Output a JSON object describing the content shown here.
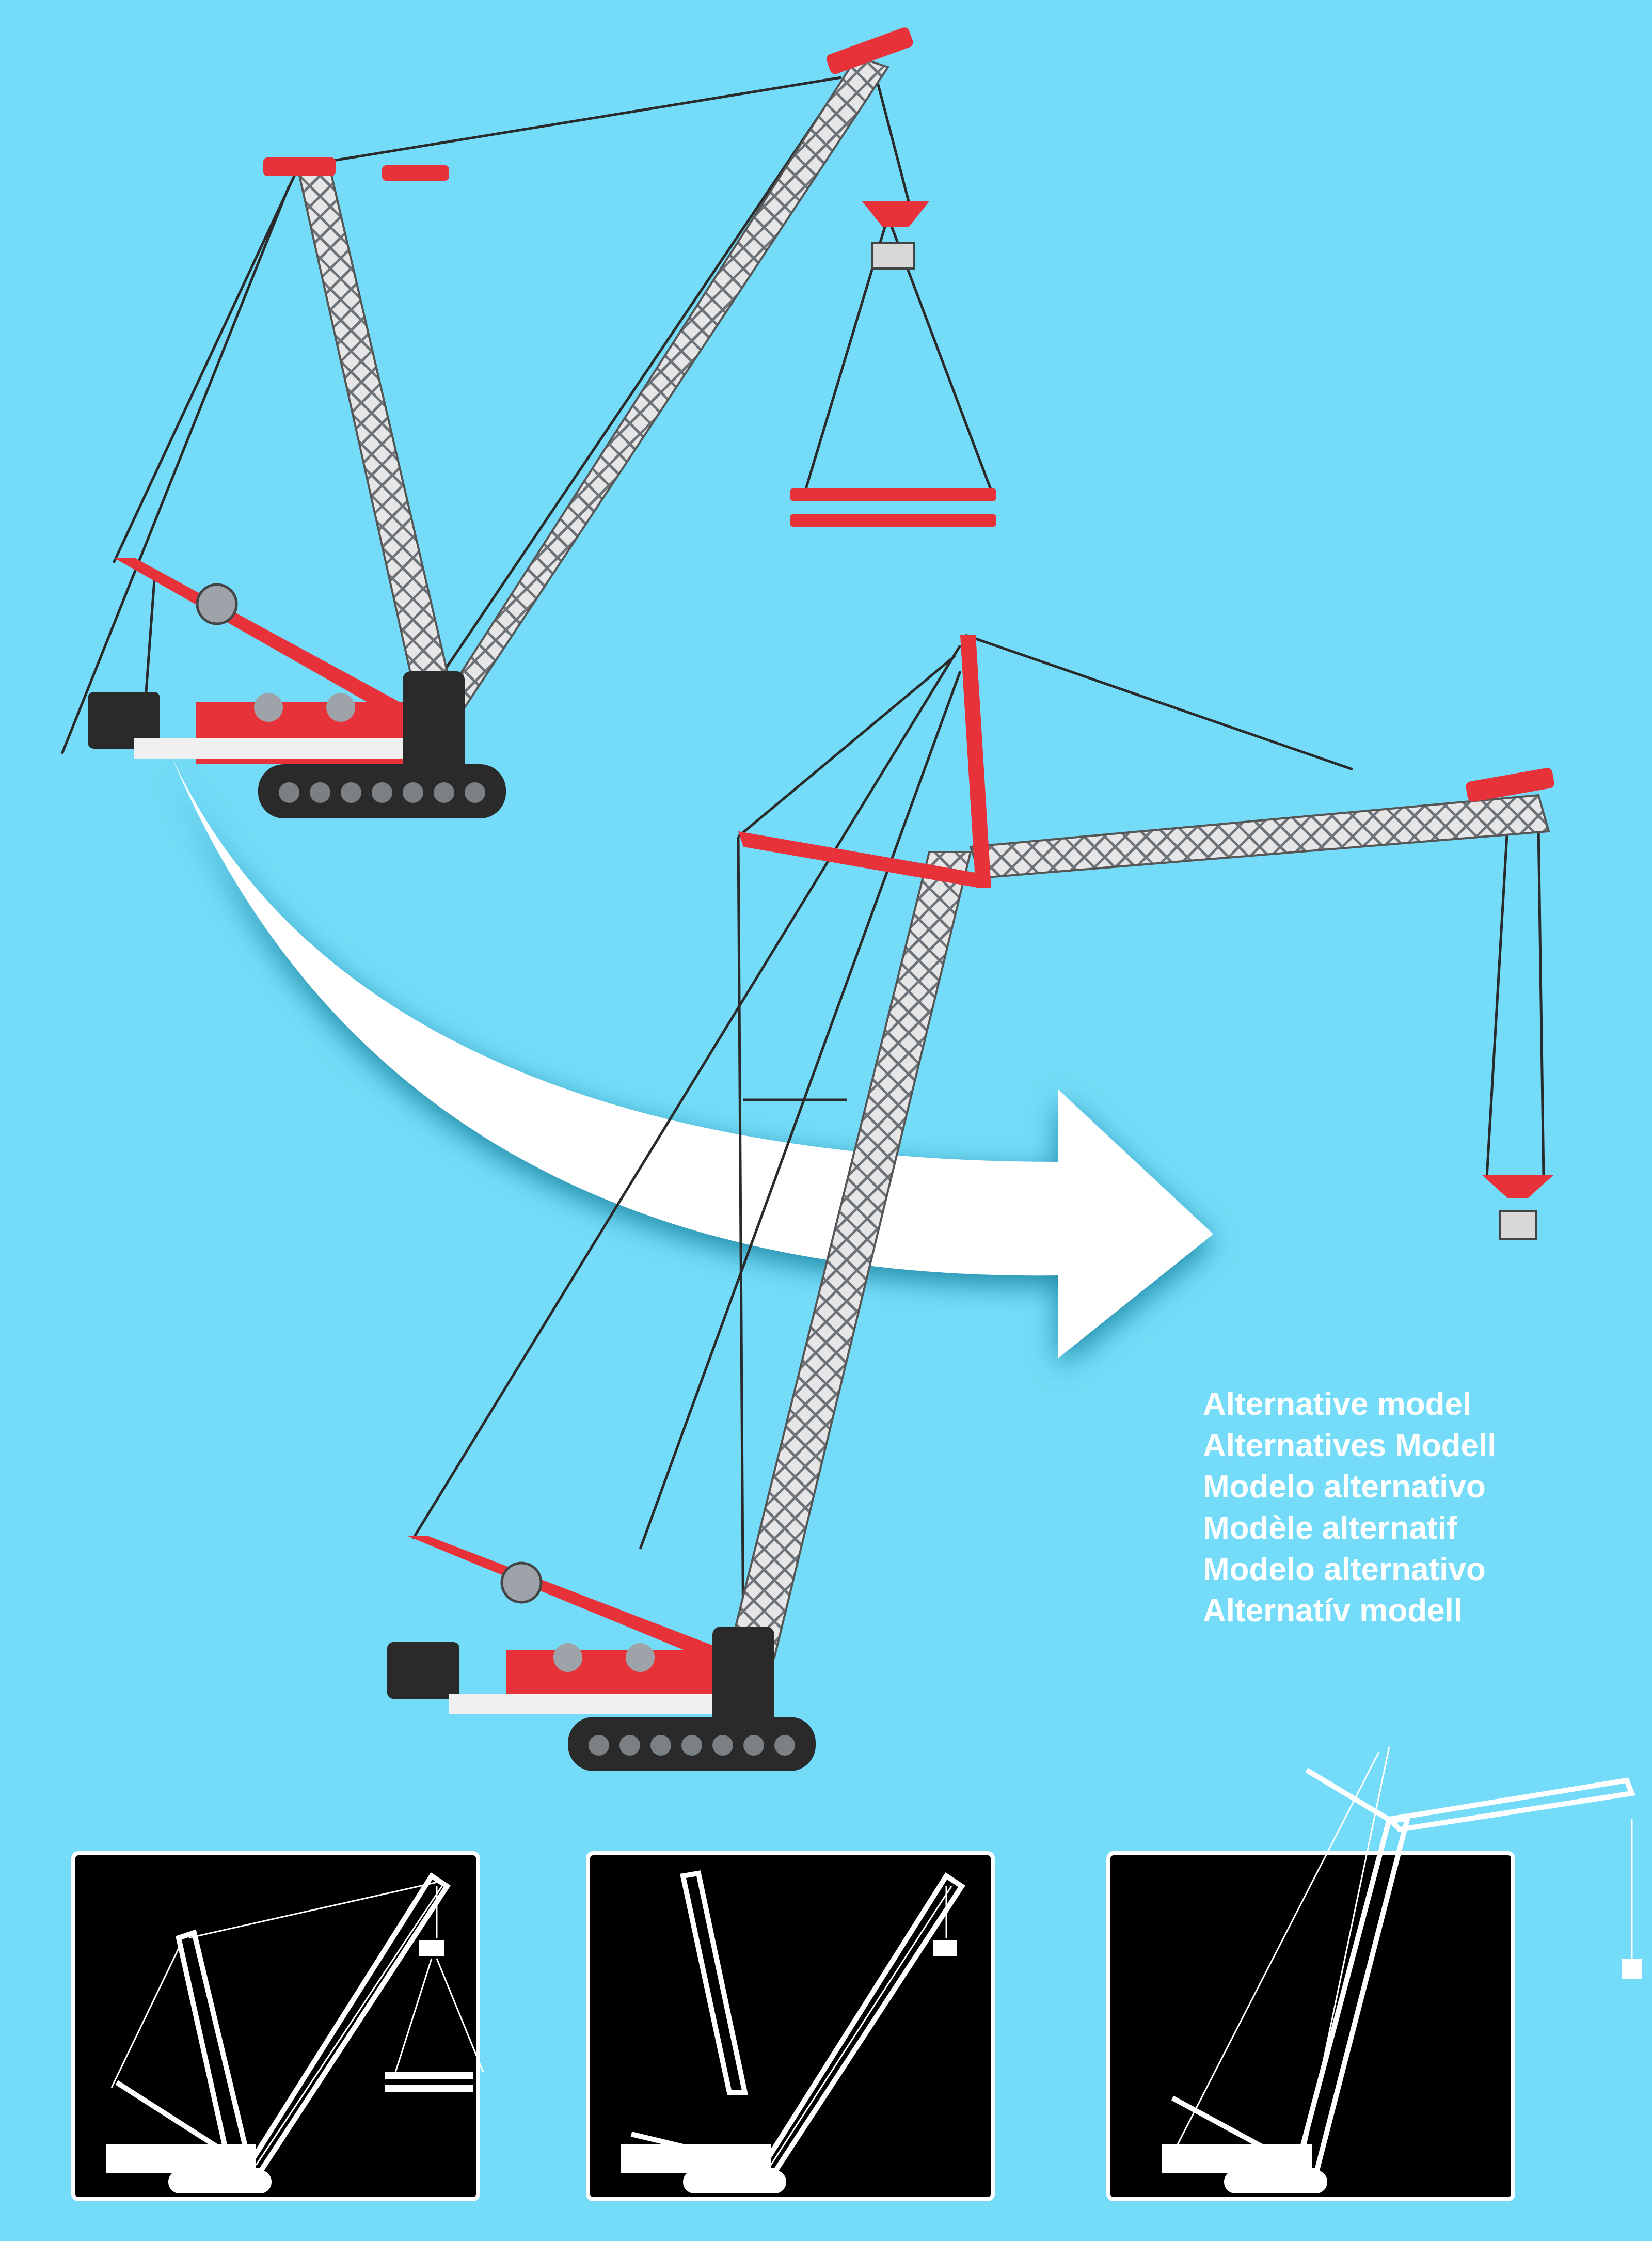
{
  "caption": {
    "lines": [
      "Alternative model",
      "Alternatives Modell",
      "Modelo alternativo",
      "Modèle alternatif",
      "Modelo alternativo",
      "Alternatív modell"
    ]
  },
  "colors": {
    "background": "#74dcf8",
    "arrow": "#ffffff",
    "crane_red": "#e8323a",
    "crane_gray": "#8a8f94",
    "crane_white": "#f2f2f2",
    "panel_bg": "#000000",
    "panel_border": "#ffffff"
  },
  "steps": [
    {
      "name": "crane-with-spreader"
    },
    {
      "name": "crane-boom-removed"
    },
    {
      "name": "alternative-tower-crane"
    }
  ]
}
